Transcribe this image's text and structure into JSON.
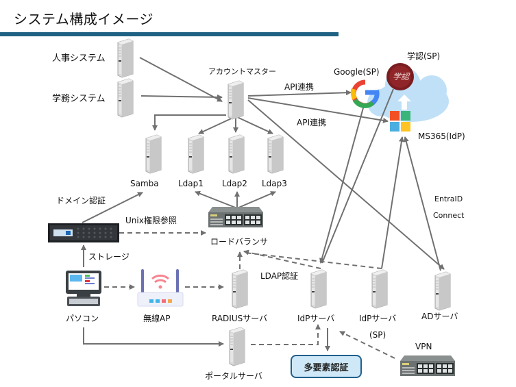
{
  "title": "システム構成イメージ",
  "nodes": {
    "hr_system": "人事システム",
    "academic_system": "学務システム",
    "account_master": "アカウントマスター",
    "google": "Google(SP)",
    "gakunin": "学認(SP)",
    "gakunin_badge": "学認",
    "ms365": "MS365(IdP)",
    "samba": "Samba",
    "ldap1": "Ldap1",
    "ldap2": "Ldap2",
    "ldap3": "Ldap3",
    "storage": "ストレージ",
    "load_balancer": "ロードバランサ",
    "pc": "パソコン",
    "wireless_ap": "無線AP",
    "radius": "RADIUSサーバ",
    "idp1": "IdPサーバ",
    "idp2": "IdPサーバ",
    "ad": "ADサーバ",
    "portal": "ポータルサーバ",
    "vpn": "VPN",
    "mfa": "多要素認証"
  },
  "edge_labels": {
    "api_google": "API連携",
    "api_ms365": "API連携",
    "domain_auth": "ドメイン認証",
    "unix_perm": "Unix権限参照",
    "ldap_auth": "LDAP認証",
    "entra_line1": "EntraID",
    "entra_line2": "Connect",
    "vpn_sp": "(SP)"
  },
  "colors": {
    "title_rule": "#1f6182",
    "line": "#707070",
    "mfa_fill": "#cfe8f8",
    "mfa_border": "#1f5f8a",
    "cloud": "#bfe0f7"
  }
}
